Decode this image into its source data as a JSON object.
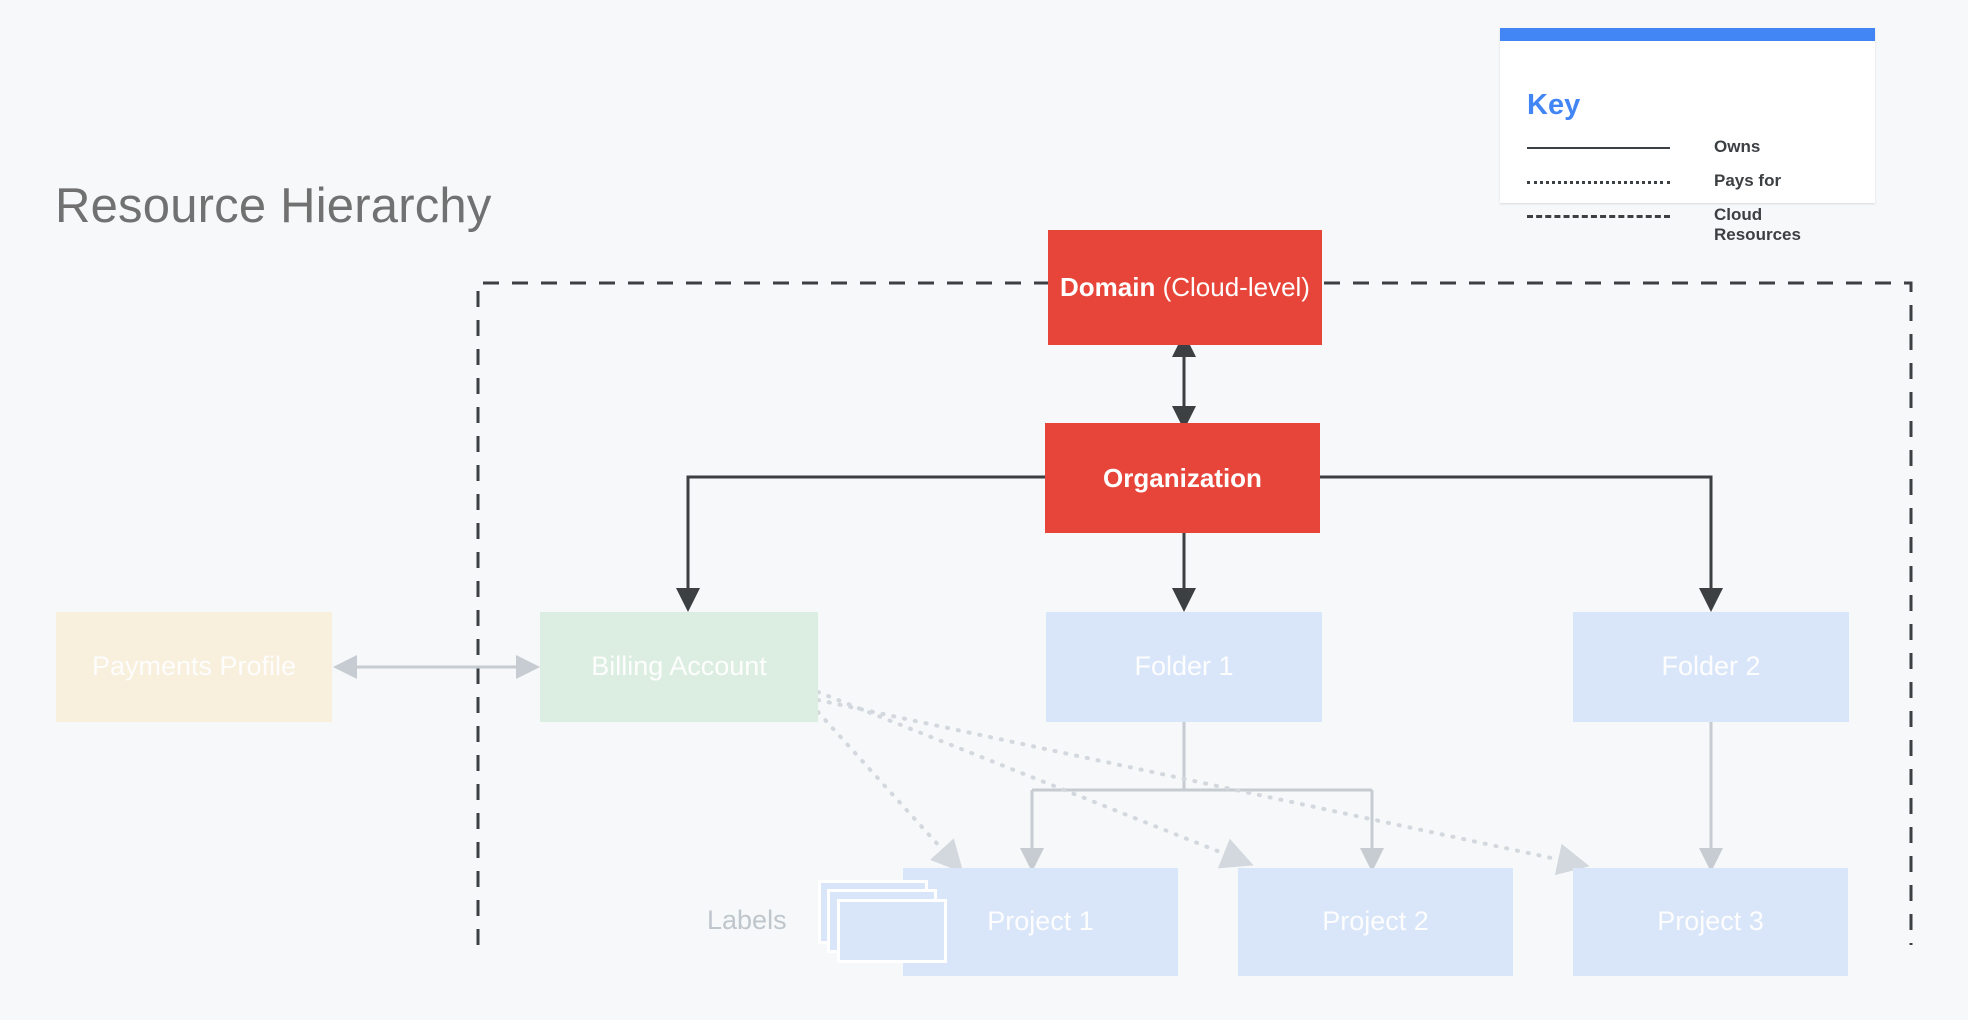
{
  "page": {
    "title": "Resource Hierarchy",
    "background_color": "#F6F8F9",
    "title_color": "#717171"
  },
  "key": {
    "heading": "Key",
    "accent_color": "#4285F4",
    "items": [
      {
        "line_style": "solid",
        "label": "Owns"
      },
      {
        "line_style": "dotted",
        "label": "Pays for"
      },
      {
        "line_style": "dashed",
        "label": "Cloud Resources"
      }
    ]
  },
  "nodes": {
    "domain": {
      "label_bold": "Domain",
      "label_rest": " (Cloud-level)",
      "color": "#E8453A"
    },
    "organization": {
      "label": "Organization",
      "color": "#E8453A"
    },
    "payments_profile": {
      "label": "Payments Profile",
      "color": "#F8EFDC"
    },
    "billing_account": {
      "label": "Billing Account",
      "color": "#DCEEE1"
    },
    "folder_1": {
      "label": "Folder 1",
      "color": "#D9E6FA"
    },
    "folder_2": {
      "label": "Folder 2",
      "color": "#D9E6FA"
    },
    "project_1": {
      "label": "Project 1",
      "color": "#D9E6FA"
    },
    "project_2": {
      "label": "Project 2",
      "color": "#D9E6FA"
    },
    "project_3": {
      "label": "Project 3",
      "color": "#D9E6FA"
    },
    "labels": {
      "label": "Labels",
      "color": "#D9E6FA"
    }
  },
  "edges": {
    "cloud_boundary_style": "dashed",
    "owns_color": "#3C4043",
    "child_link_color": "#C6CCD1",
    "pays_for_color": "#CDD4DA"
  }
}
